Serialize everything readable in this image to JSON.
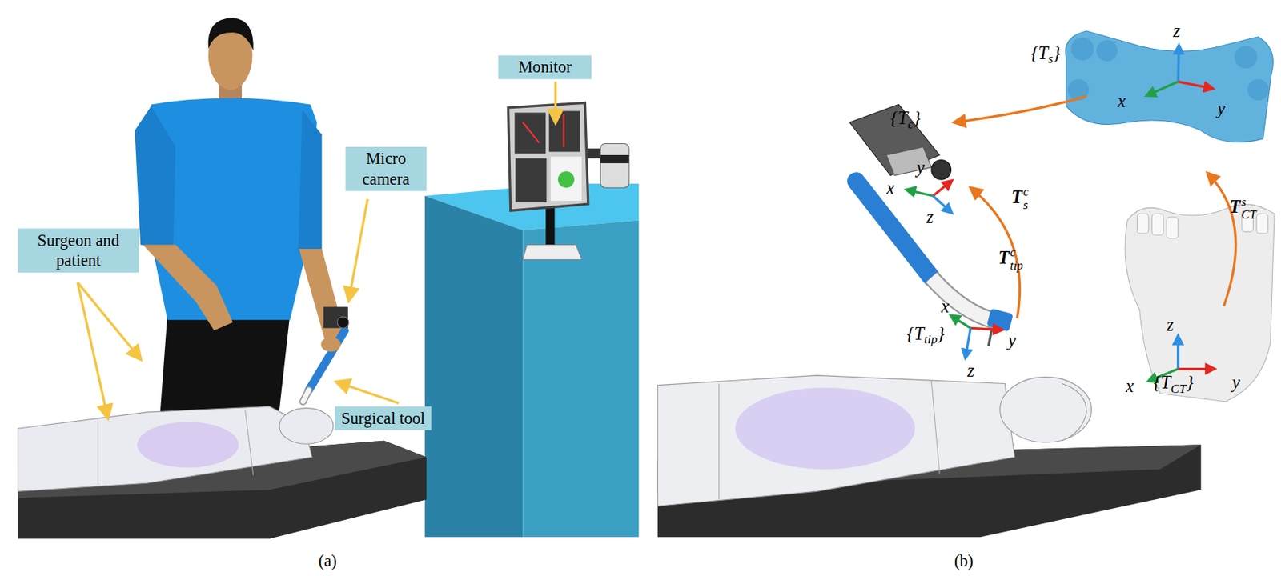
{
  "diagram": {
    "nodes": [
      {
        "text": [
          "Monitor"
        ]
      },
      {
        "text": [
          "Micro camera"
        ]
      },
      {
        "text": [
          "Surgeon and patient"
        ]
      },
      {
        "text": [
          "Surgical tool"
        ]
      }
    ],
    "labels": [
      "{T",
      "c",
      "}",
      "T",
      "s",
      "c",
      "{T",
      "s",
      "}",
      "z",
      "x",
      "y",
      "y",
      "x",
      "z",
      "T",
      "tip",
      "c",
      "T",
      "CT",
      "s",
      "x",
      "y",
      "{T",
      "tip",
      "}",
      "z",
      "z",
      "x",
      "{T",
      "CT",
      "}",
      "y",
      "(a)",
      "(b)"
    ]
  }
}
